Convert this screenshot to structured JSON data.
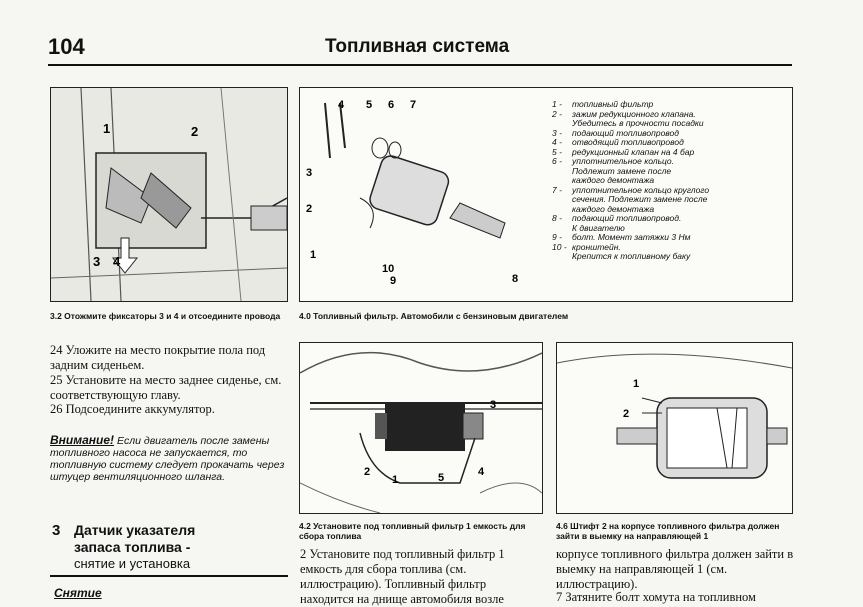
{
  "header": {
    "page_number": "104",
    "title": "Топливная система"
  },
  "fig32": {
    "labels": [
      "1",
      "2",
      "3",
      "4"
    ],
    "caption": "3.2 Отожмите фиксаторы 3 и 4 и отсоедините провода"
  },
  "fig40": {
    "labels": [
      "4",
      "5",
      "6",
      "7",
      "3",
      "2",
      "1",
      "10",
      "9",
      "8"
    ],
    "caption": "4.0 Топливный фильтр. Автомобили с бензиновым двигателем",
    "legend": [
      {
        "num": "1 -",
        "text": "топливный фильтр"
      },
      {
        "num": "2 -",
        "text": "зажим редукционного клапана."
      },
      {
        "num": "",
        "text": "Убедитесь в прочности посадки"
      },
      {
        "num": "3 -",
        "text": "подающий топливопровод"
      },
      {
        "num": "4 -",
        "text": "отводящий топливопровод"
      },
      {
        "num": "5 -",
        "text": "редукционный клапан на 4 бар"
      },
      {
        "num": "6 -",
        "text": "уплотнительное кольцо."
      },
      {
        "num": "",
        "text": "Подлежит замене после"
      },
      {
        "num": "",
        "text": "каждого демонтажа"
      },
      {
        "num": "7 -",
        "text": "уплотнительное кольцо круглого"
      },
      {
        "num": "",
        "text": "сечения. Подлежит замене после"
      },
      {
        "num": "",
        "text": "каждого демонтажа"
      },
      {
        "num": "8 -",
        "text": "подающий топливопровод."
      },
      {
        "num": "",
        "text": "К двигателю"
      },
      {
        "num": "9 -",
        "text": "болт. Момент затяжки 3 Нм"
      },
      {
        "num": "10 -",
        "text": "кронштейн."
      },
      {
        "num": "",
        "text": "Крепится к топливному баку"
      }
    ]
  },
  "left_text": {
    "p24": "24  Уложите на место покрытие пола под задним сиденьем.",
    "p25": "25  Установите на место заднее сиденье, см. соответствующую главу.",
    "p26": "26  Подсоедините аккумулятор.",
    "note_title": "Внимание!",
    "note_text": "Если двигатель после замены топливного насоса не запускается, то топливную систему следует прокачать через штуцер вентиляционного шланга."
  },
  "section3": {
    "number": "3",
    "title_line1": "Датчик указателя",
    "title_line2": "запаса топлива -",
    "subtitle": "снятие и установка",
    "removal_heading": "Снятие"
  },
  "fig42": {
    "labels": [
      "3",
      "2",
      "1",
      "5",
      "4"
    ],
    "caption": "4.2 Установите под топливный фильтр 1 емкость для сбора топлива"
  },
  "fig46": {
    "labels": [
      "1",
      "2"
    ],
    "caption": "4.6 Штифт 2 на корпусе топливного фильтра должен зайти в выемку на направляющей 1"
  },
  "mid_text": {
    "para": "2  Установите под топливный фильтр 1 емкость для сбора топлива (см. иллюстрацию). Топливный фильтр находится на днище автомобиля возле"
  },
  "right_text": {
    "para": "корпусе топливного фильтра должен зайти в выемку на направляющей 1 (см. иллюстрацию).",
    "p7": "7  Затяните болт хомута на топливном"
  }
}
